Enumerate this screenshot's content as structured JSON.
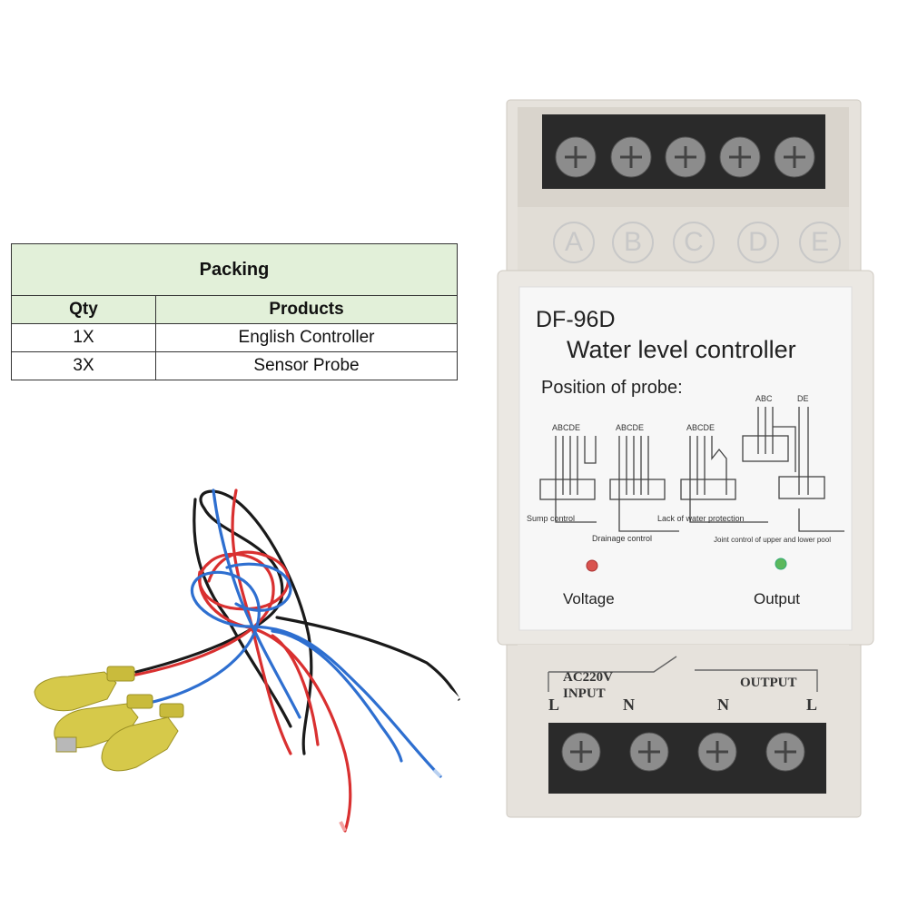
{
  "packing": {
    "title": "Packing",
    "columns": [
      "Qty",
      "Products"
    ],
    "rows": [
      {
        "qty": "1X",
        "product": "English Controller"
      },
      {
        "qty": "3X",
        "product": "Sensor Probe"
      }
    ]
  },
  "device": {
    "model": "DF-96D",
    "subtitle": "Water level controller",
    "probe_heading": "Position of probe:",
    "terminal_letters": [
      "A",
      "B",
      "C",
      "D",
      "E"
    ],
    "diagram_letters": {
      "abcde": "ABCDE",
      "abc": "ABC",
      "de": "DE"
    },
    "diagram_labels": {
      "sump": "Sump control",
      "drainage": "Drainage control",
      "lack_water": "Lack of water protection",
      "joint": "Joint control of upper and lower pool"
    },
    "voltage_label": "Voltage",
    "output_label": "Output",
    "input_label_1": "AC220V",
    "input_label_2": "INPUT",
    "output_term_label": "OUTPUT",
    "bottom_terms": [
      "L",
      "N",
      "N",
      "L"
    ]
  },
  "colors": {
    "table_header_bg": "#e2f0d9",
    "voltage_led": "#d9534f",
    "output_led": "#5cb85c",
    "probe_yellow": "#d6c94a"
  }
}
